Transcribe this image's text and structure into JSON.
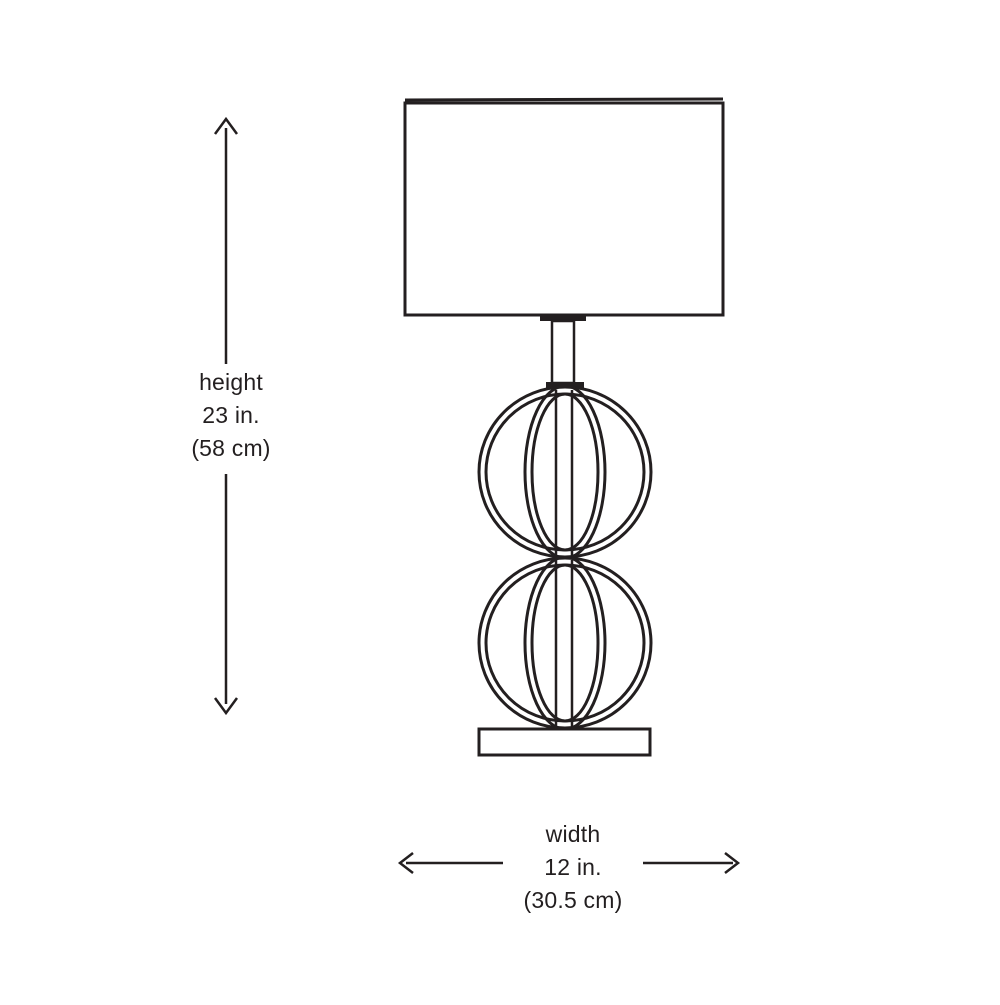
{
  "dimensions": {
    "height": {
      "label": "height",
      "imperial": "23 in.",
      "metric": "(58 cm)"
    },
    "width": {
      "label": "width",
      "imperial": "12 in.",
      "metric": "(30.5 cm)"
    }
  },
  "colors": {
    "line": "#231f20",
    "background": "#ffffff"
  }
}
